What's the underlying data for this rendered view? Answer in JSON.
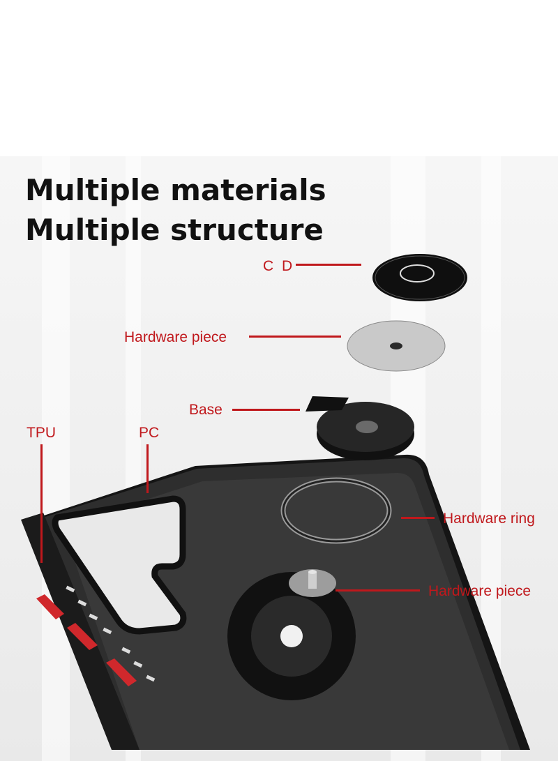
{
  "headline": {
    "line1": "Multiple materials",
    "line2": "Multiple structure"
  },
  "callouts": {
    "cd": "C D",
    "hardware_piece_top": "Hardware piece",
    "base": "Base",
    "tpu": "TPU",
    "pc": "PC",
    "hardware_ring": "Hardware ring",
    "hardware_piece_bottom": "Hardware piece"
  },
  "colors": {
    "accent_red": "#c0181c",
    "case_black": "#1a1a1a",
    "button_red": "#d0282c"
  }
}
